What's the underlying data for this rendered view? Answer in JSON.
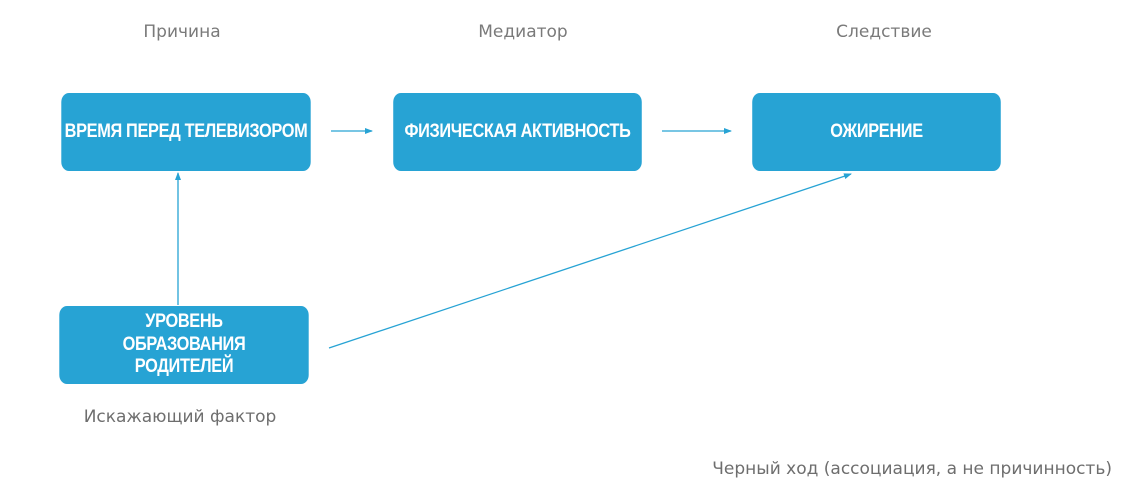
{
  "columns": {
    "cause": "Причина",
    "mediator": "Медиатор",
    "effect": "Следствие"
  },
  "nodes": {
    "tv_time": "ВРЕМЯ ПЕРЕД ТЕЛЕВИЗОРОМ",
    "physical_activity": "ФИЗИЧЕСКАЯ АКТИВНОСТЬ",
    "obesity": "ОЖИРЕНИЕ",
    "parent_education": "УРОВЕНЬ ОБРАЗОВАНИЯ РОДИТЕЛЕЙ"
  },
  "confounder_label": "Искажающий фактор",
  "backdoor_label": "Черный ход (ассоциация, а не причинность)",
  "colors": {
    "node_fill": "#27a3d4",
    "arrow": "#27a3d4",
    "label_text": "#7a7a7a"
  }
}
